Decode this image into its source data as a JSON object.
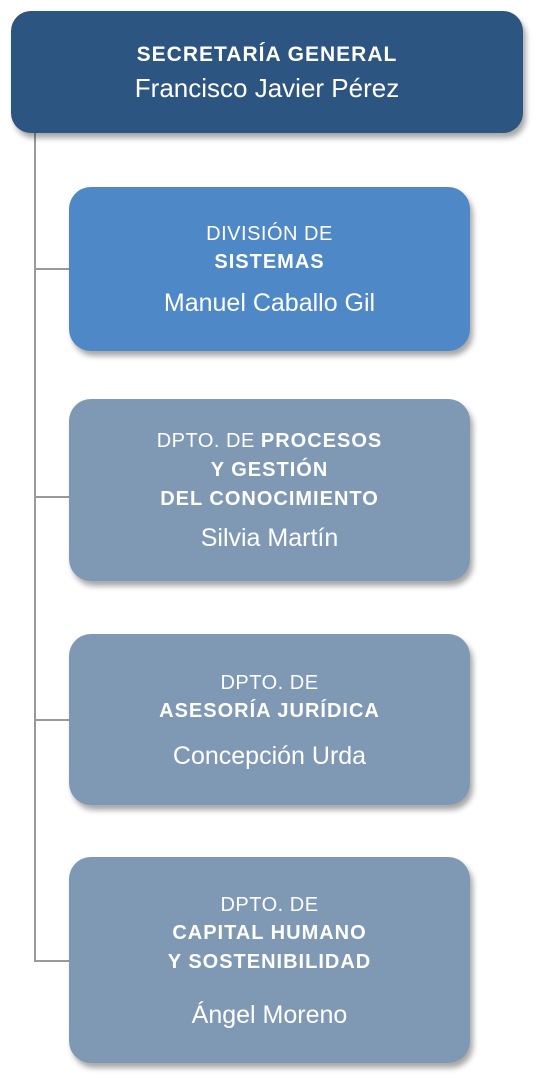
{
  "colors": {
    "top_box": "#2d5581",
    "division_box": "#4f88c6",
    "department_box": "#7f99b5",
    "connector": "#9a9a9a",
    "text": "#ffffff"
  },
  "top": {
    "title": "SECRETARÍA GENERAL",
    "person": "Francisco Javier Pérez"
  },
  "units": [
    {
      "prefix": "DIVISIÓN DE",
      "name_line1": "SISTEMAS",
      "person": "Manuel Caballo Gil"
    },
    {
      "prefix": "DPTO. DE ",
      "name_line1": "PROCESOS",
      "name_line2": "Y GESTIÓN",
      "name_line3": "DEL CONOCIMIENTO",
      "person": "Silvia Martín"
    },
    {
      "prefix": "DPTO. DE",
      "name_line1": "ASESORÍA JURÍDICA",
      "person": "Concepción Urda"
    },
    {
      "prefix": "DPTO. DE",
      "name_line1": "CAPITAL HUMANO",
      "name_line2": "Y SOSTENIBILIDAD",
      "person": "Ángel Moreno"
    }
  ]
}
